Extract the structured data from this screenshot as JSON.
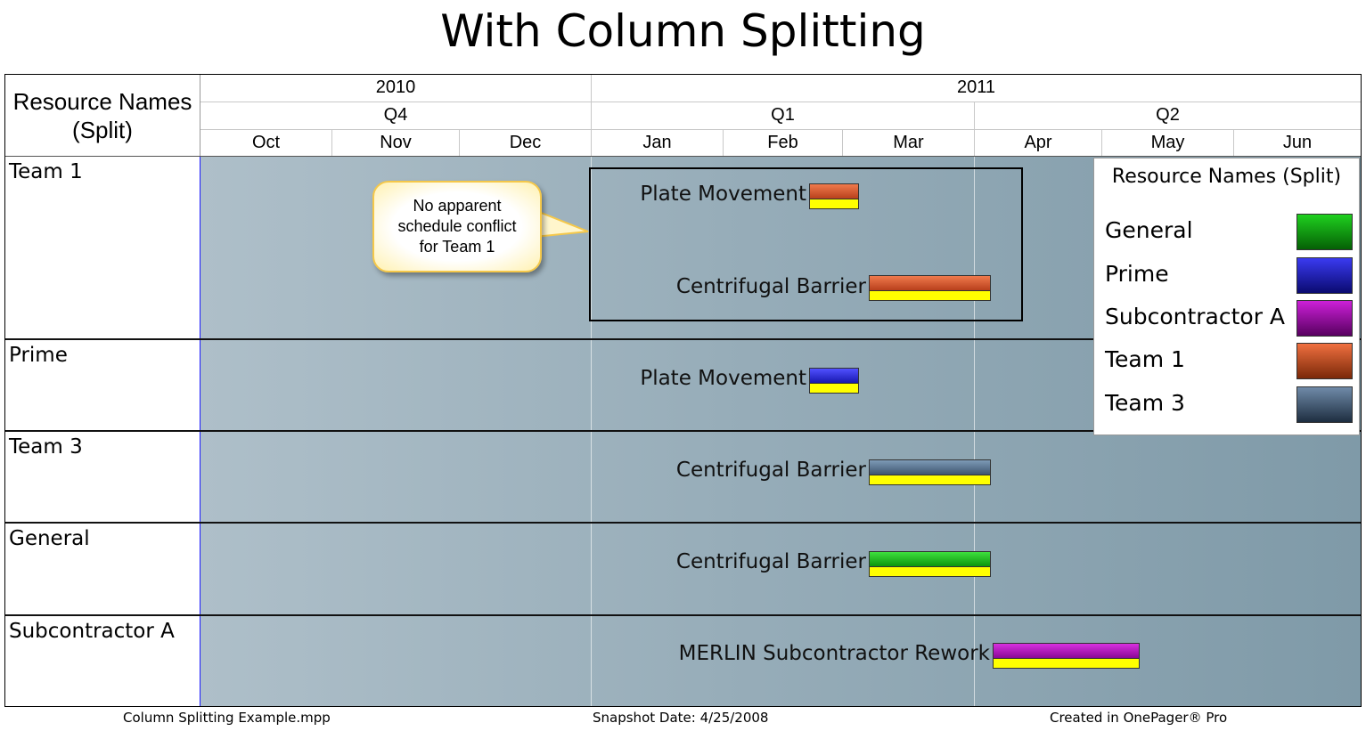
{
  "title": "With Column Splitting",
  "resource_header": "Resource Names (Split)",
  "timeline": {
    "years": [
      "2010",
      "2011"
    ],
    "quarters": [
      "Q4",
      "Q1",
      "Q2"
    ],
    "months": [
      "Oct",
      "Nov",
      "Dec",
      "Jan",
      "Feb",
      "Mar",
      "Apr",
      "May",
      "Jun"
    ]
  },
  "rows": [
    {
      "name": "Team 1",
      "tasks": [
        {
          "label": "Plate Movement",
          "color": "#d9592e"
        },
        {
          "label": "Centrifugal Barrier",
          "color": "#d9592e"
        }
      ]
    },
    {
      "name": "Prime",
      "tasks": [
        {
          "label": "Plate Movement",
          "color": "#2b2bd9"
        }
      ]
    },
    {
      "name": "Team 3",
      "tasks": [
        {
          "label": "Centrifugal Barrier",
          "color": "#4f6e8c"
        }
      ]
    },
    {
      "name": "General",
      "tasks": [
        {
          "label": "Centrifugal Barrier",
          "color": "#18b518"
        }
      ]
    },
    {
      "name": "Subcontractor A",
      "tasks": [
        {
          "label": "MERLIN Subcontractor Rework",
          "color": "#b010b8"
        }
      ]
    }
  ],
  "callout": {
    "line1": "No apparent",
    "line2": "schedule conflict",
    "line3": "for Team 1"
  },
  "legend": {
    "title": "Resource Names (Split)",
    "items": [
      {
        "label": "General",
        "color": "#10a010"
      },
      {
        "label": "Prime",
        "color": "#1c1cb8"
      },
      {
        "label": "Subcontractor A",
        "color": "#9a0aa8"
      },
      {
        "label": "Team 1",
        "color": "#c8502a"
      },
      {
        "label": "Team 3",
        "color": "#3f5a74"
      }
    ]
  },
  "footer": {
    "file": "Column Splitting Example.mpp",
    "snapshot": "Snapshot Date: 4/25/2008",
    "created": "Created in OnePager® Pro"
  }
}
